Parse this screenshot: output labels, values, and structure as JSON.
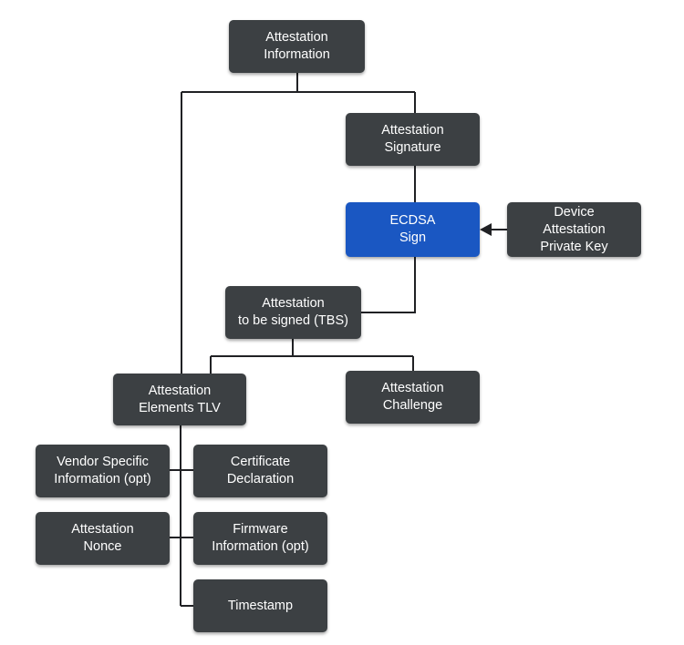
{
  "colors": {
    "node_fill": "#3c4043",
    "accent_fill": "#1a57c2",
    "connector": "#202124",
    "node_text": "#ffffff"
  },
  "nodes": {
    "attestation_information": "Attestation\nInformation",
    "attestation_signature": "Attestation\nSignature",
    "ecdsa_sign": "ECDSA\nSign",
    "device_attestation_private_key": "Device\nAttestation\nPrivate Key",
    "attestation_tbs": "Attestation\nto be signed (TBS)",
    "attestation_elements_tlv": "Attestation\nElements TLV",
    "attestation_challenge": "Attestation\nChallenge",
    "vendor_specific_information": "Vendor Specific\nInformation (opt)",
    "certificate_declaration": "Certificate\nDeclaration",
    "attestation_nonce": "Attestation\nNonce",
    "firmware_information": "Firmware\nInformation (opt)",
    "timestamp": "Timestamp"
  }
}
